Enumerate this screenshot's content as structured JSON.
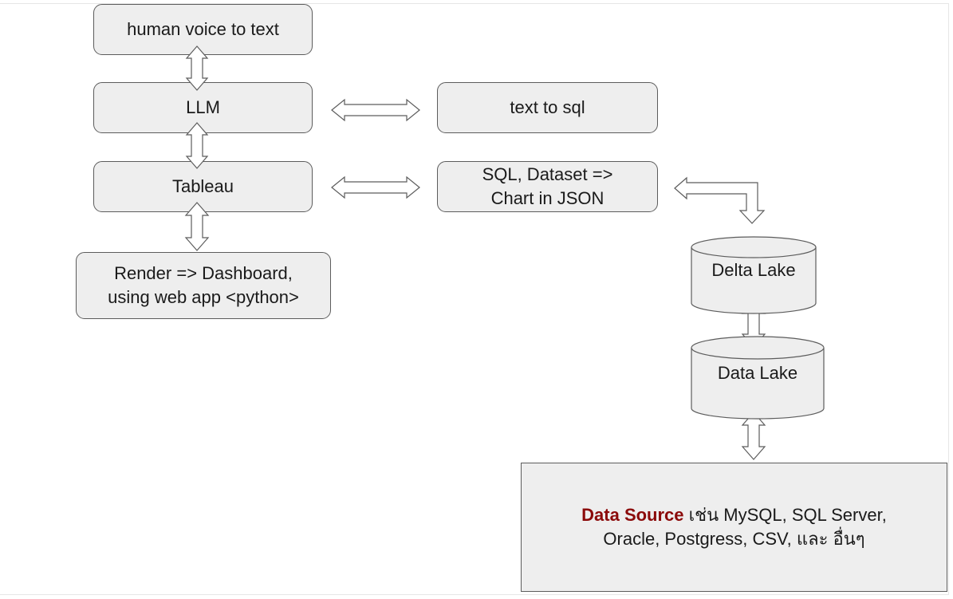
{
  "nodes": {
    "voice": "human voice to text",
    "llm": "LLM",
    "tableau": "Tableau",
    "render": "Render => Dashboard,\nusing web app <python>",
    "text_to_sql": "text to sql",
    "chart_json": "SQL, Dataset =>\nChart in JSON",
    "delta_lake": "Delta Lake",
    "data_lake": "Data Lake"
  },
  "data_source": {
    "label": "Data Source",
    "text_line1": " เช่น MySQL, SQL Server,",
    "text_line2": "Oracle, Postgress, CSV, และ อื่นๆ"
  },
  "colors": {
    "node_fill": "#eeeeee",
    "node_stroke": "#5c5c5c",
    "accent": "#8b0a0a"
  }
}
